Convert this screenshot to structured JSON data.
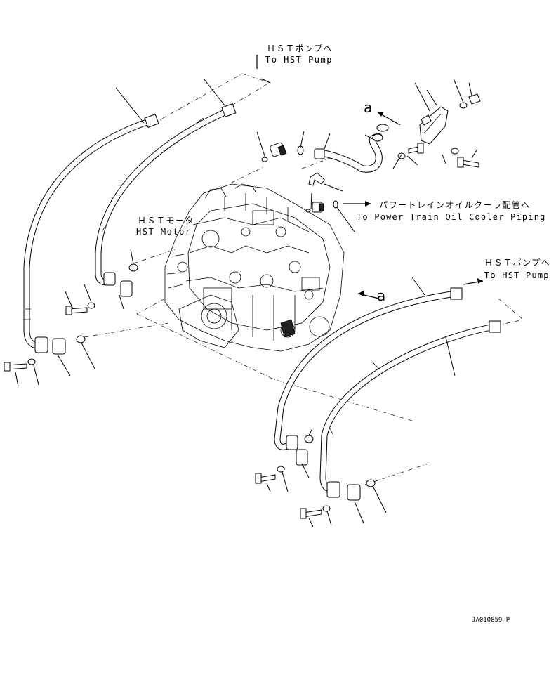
{
  "labels": {
    "pump_top_jp": "ＨＳＴポンプへ",
    "pump_top_en": "To HST Pump",
    "motor_jp": "ＨＳＴモータ",
    "motor_en": "HST Motor",
    "cooler_jp": "パワートレインオイルクーラ配管へ",
    "cooler_en": "To Power Train Oil Cooler Piping",
    "pump_right_jp": "ＨＳＴポンプへ",
    "pump_right_en": "To HST Pump",
    "view_a_top": "a",
    "view_a_mid": "a",
    "drawing_id": "JA010859-P"
  },
  "colors": {
    "line": "#000000",
    "background": "#ffffff"
  }
}
